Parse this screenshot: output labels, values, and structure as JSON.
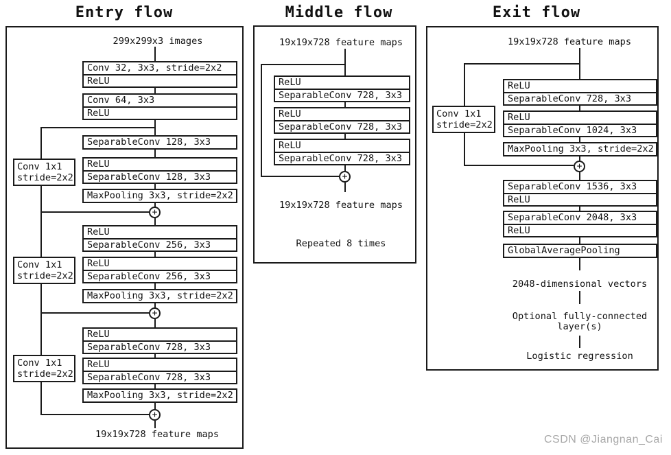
{
  "plus": "+",
  "colors": {
    "line": "#1a1a1a",
    "background": "#ffffff",
    "watermark": "#a8a8a8"
  },
  "watermark": "CSDN @Jiangnan_Cai",
  "entry": {
    "title": "Entry flow",
    "input_label": "299x299x3 images",
    "output_label": "19x19x728 feature maps",
    "skip_conv_boxes": [
      [
        "Conv 1x1",
        "stride=2x2"
      ],
      [
        "Conv 1x1",
        "stride=2x2"
      ],
      [
        "Conv 1x1",
        "stride=2x2"
      ]
    ],
    "blocks": [
      {
        "rows": [
          "Conv 32, 3x3, stride=2x2",
          "ReLU"
        ]
      },
      {
        "rows": [
          "Conv 64, 3x3",
          "ReLU"
        ]
      },
      {
        "rows": [
          "SeparableConv 128, 3x3"
        ]
      },
      {
        "rows": [
          "ReLU",
          "SeparableConv 128, 3x3"
        ]
      },
      {
        "rows": [
          "MaxPooling 3x3, stride=2x2"
        ]
      },
      {
        "rows": [
          "ReLU",
          "SeparableConv 256, 3x3"
        ]
      },
      {
        "rows": [
          "ReLU",
          "SeparableConv 256, 3x3"
        ]
      },
      {
        "rows": [
          "MaxPooling 3x3, stride=2x2"
        ]
      },
      {
        "rows": [
          "ReLU",
          "SeparableConv 728, 3x3"
        ]
      },
      {
        "rows": [
          "ReLU",
          "SeparableConv 728, 3x3"
        ]
      },
      {
        "rows": [
          "MaxPooling 3x3, stride=2x2"
        ]
      }
    ]
  },
  "middle": {
    "title": "Middle flow",
    "input_label": "19x19x728 feature maps",
    "output_label": "19x19x728 feature maps",
    "note": "Repeated 8 times",
    "blocks": [
      {
        "rows": [
          "ReLU",
          "SeparableConv 728, 3x3"
        ]
      },
      {
        "rows": [
          "ReLU",
          "SeparableConv 728, 3x3"
        ]
      },
      {
        "rows": [
          "ReLU",
          "SeparableConv 728, 3x3"
        ]
      }
    ]
  },
  "exit": {
    "title": "Exit flow",
    "input_label": "19x19x728 feature maps",
    "skip_conv_box": [
      "Conv 1x1",
      "stride=2x2"
    ],
    "blocks": [
      {
        "rows": [
          "ReLU",
          "SeparableConv 728, 3x3"
        ]
      },
      {
        "rows": [
          "ReLU",
          "SeparableConv 1024, 3x3"
        ]
      },
      {
        "rows": [
          "MaxPooling 3x3, stride=2x2"
        ]
      },
      {
        "rows": [
          "SeparableConv 1536, 3x3",
          "ReLU"
        ]
      },
      {
        "rows": [
          "SeparableConv 2048, 3x3",
          "ReLU"
        ]
      },
      {
        "rows": [
          "GlobalAveragePooling"
        ]
      }
    ],
    "vectors_label": "2048-dimensional vectors",
    "fc_label_line1": "Optional fully-connected",
    "fc_label_line2": "layer(s)",
    "final_label": "Logistic regression"
  }
}
